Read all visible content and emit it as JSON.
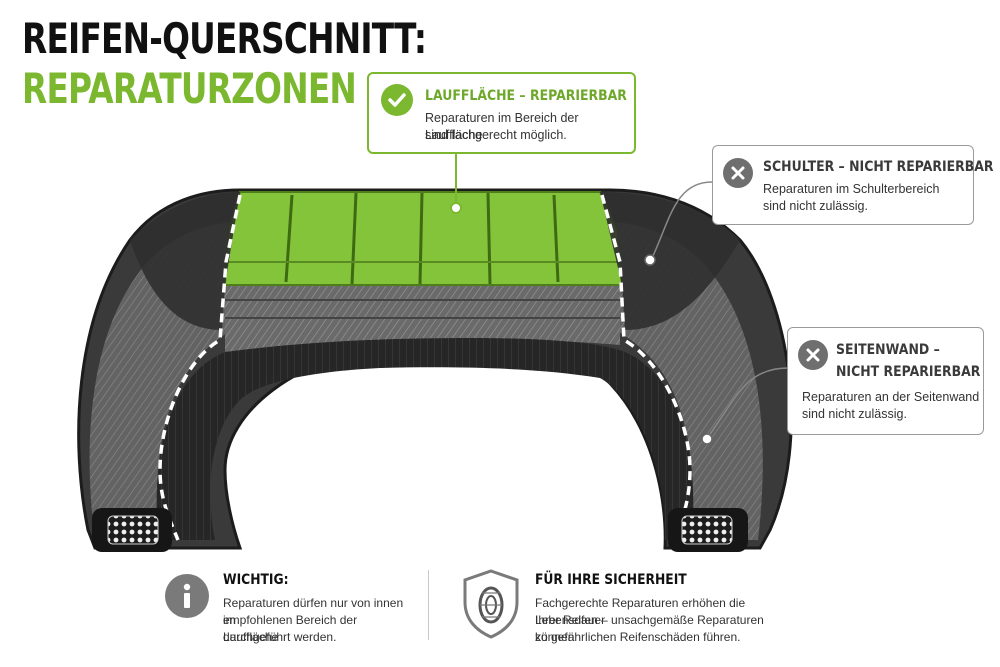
{
  "title": {
    "line1": "REIFEN-QUERSCHNITT:",
    "line2": "REPARATURZONEN"
  },
  "colors": {
    "accent_green": "#7cb82f",
    "tire_dark": "#2b2b2b",
    "icon_gray": "#6f6f6f"
  },
  "callouts": {
    "tread": {
      "icon": "check-circle-icon",
      "heading": "LAUFFLÄCHE – REPARIERBAR",
      "line1": "Reparaturen im Bereich der Lauffläche",
      "line2": "sind fachgerecht möglich."
    },
    "shoulder": {
      "icon": "x-circle-icon",
      "heading": "SCHULTER – NICHT REPARIERBAR",
      "line1": "Reparaturen im Schulterbereich",
      "line2": "sind nicht zulässig."
    },
    "sidewall": {
      "icon": "x-circle-icon",
      "heading_line1": "SEITENWAND –",
      "heading_line2": "NICHT REPARIERBAR",
      "line1": "Reparaturen an der Seitenwand",
      "line2": "sind nicht zulässig."
    }
  },
  "notes": {
    "important": {
      "icon": "info-icon",
      "heading": "WICHTIG:",
      "line1": "Reparaturen dürfen nur von innen im",
      "line2": "empfohlenen Bereich der Lauffläche",
      "line3": "durchgeführt werden."
    },
    "safety": {
      "icon": "shield-tire-icon",
      "heading": "FÜR IHRE SICHERHEIT",
      "line1": "Fachgerechte Reparaturen erhöhen die Lebensdauer",
      "line2": "Ihrer Reifen – unsachgemäße Reparaturen können",
      "line3": "zu gefährlichen Reifenschäden führen."
    }
  }
}
